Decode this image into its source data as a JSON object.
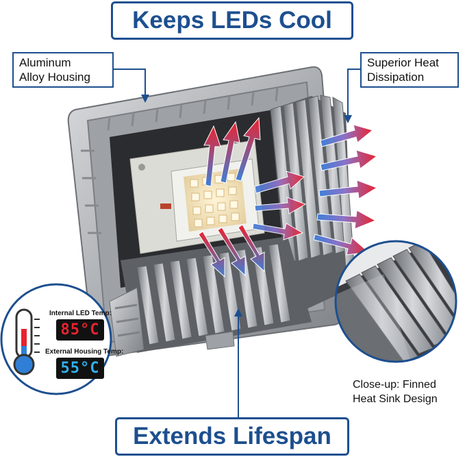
{
  "header": {
    "title": "Keeps LEDs Cool"
  },
  "footer": {
    "title": "Extends Lifespan"
  },
  "callouts": {
    "housing": [
      "Aluminum",
      "Alloy Housing"
    ],
    "heat": [
      "Superior Heat",
      "Dissipation"
    ],
    "closeup": [
      "Close-up: Finned",
      "Heat Sink Design"
    ]
  },
  "temperatures": {
    "internal_label": "Internal LED Temp:",
    "internal_value": "85°C",
    "external_label": "External Housing Temp:",
    "external_value": "55°C"
  },
  "colors": {
    "brand_blue": "#1d4f8f",
    "hot_red": "#e8232f",
    "cool_blue": "#2fb0f0",
    "aluminum": "#a7aaae"
  }
}
